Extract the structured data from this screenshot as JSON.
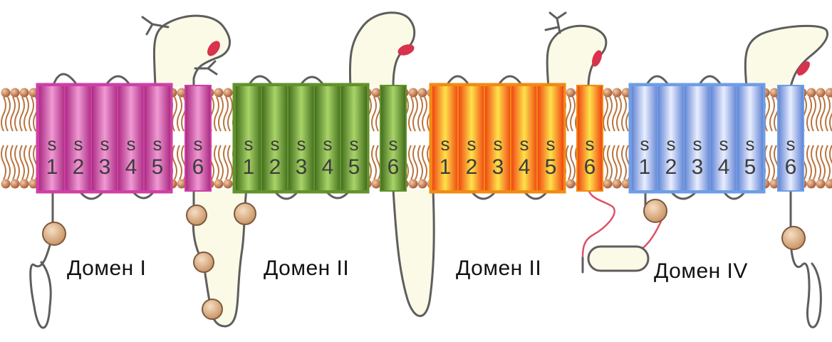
{
  "colors": {
    "loop": "#5e5e5e",
    "loop_fill": "#fbfae6",
    "lipid_head": "#b86a46",
    "lipid_tail": "#b8743f",
    "glyco": "#5e5e5e",
    "p_loop": "#d8324c",
    "red_linker": "#e05068",
    "bead": "#e2b992",
    "domain_colors": [
      "#cf3fa6",
      "#62922b",
      "#f28a12",
      "#6d9ee6"
    ]
  },
  "segment_prefix": "S",
  "domains": [
    {
      "id": "domain-1",
      "label": "Домен  I",
      "segments": [
        "1",
        "2",
        "3",
        "4",
        "5",
        "6"
      ]
    },
    {
      "id": "domain-2",
      "label": "Домен  II",
      "segments": [
        "1",
        "2",
        "3",
        "4",
        "5",
        "6"
      ]
    },
    {
      "id": "domain-3",
      "label": "Домен  II",
      "segments": [
        "1",
        "2",
        "3",
        "4",
        "5",
        "6"
      ]
    },
    {
      "id": "domain-4",
      "label": "Домен  IV",
      "segments": [
        "1",
        "2",
        "3",
        "4",
        "5",
        "6"
      ]
    }
  ]
}
